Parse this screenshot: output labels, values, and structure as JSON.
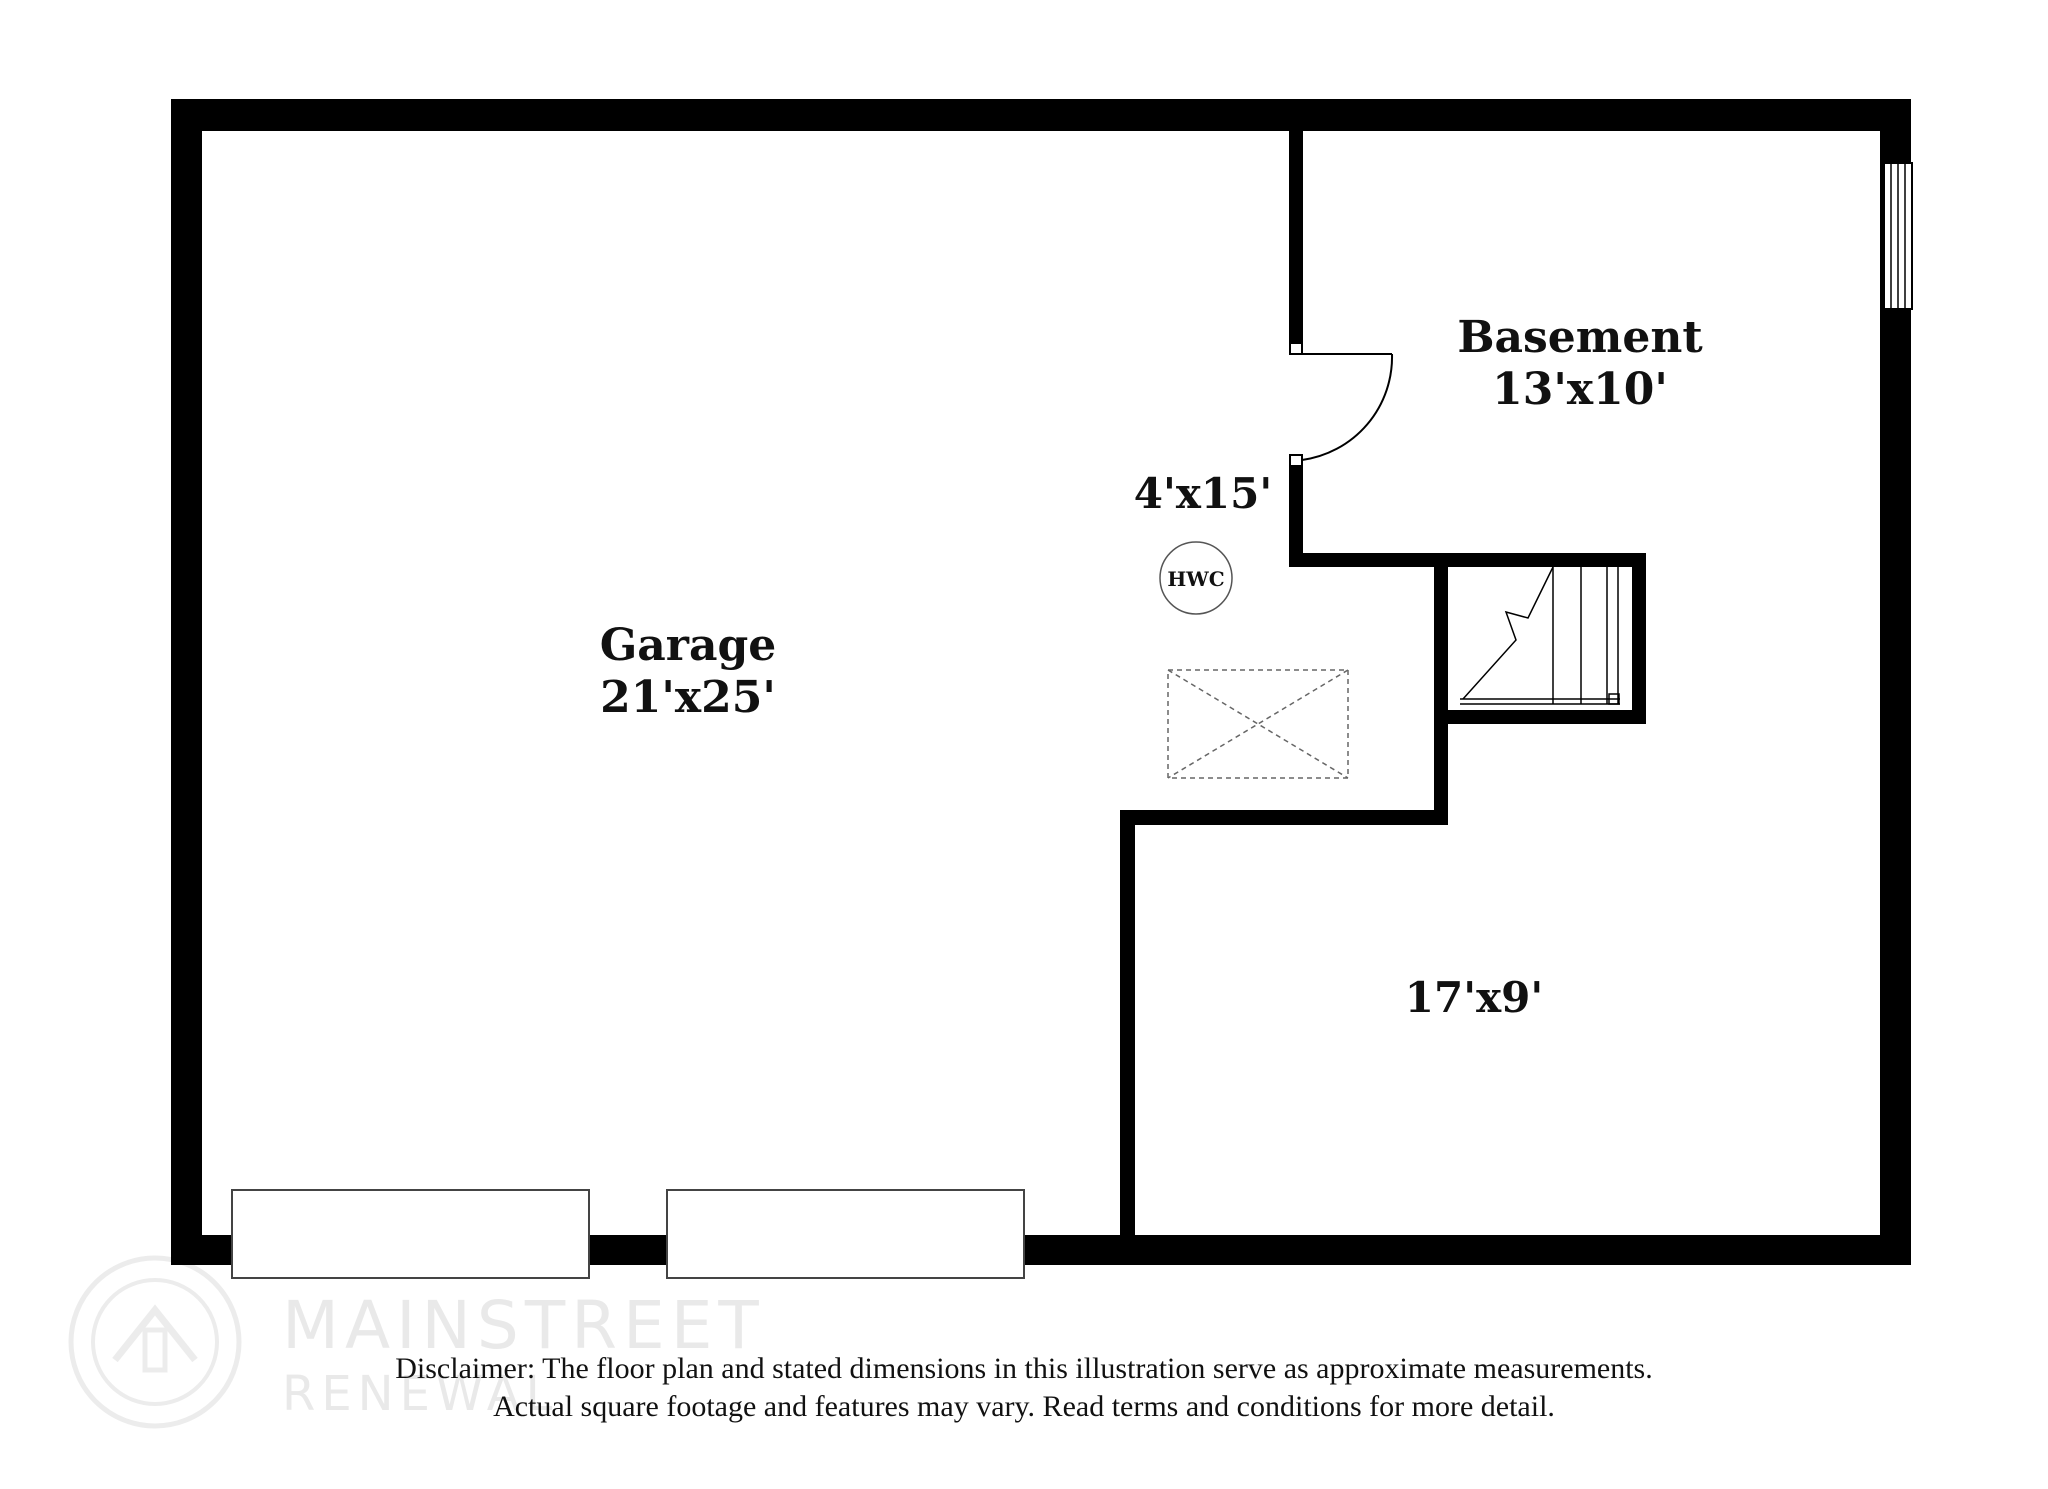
{
  "colors": {
    "wall": "#000000",
    "background": "#ffffff",
    "watermark": "#e6e6e6"
  },
  "rooms": {
    "garage": {
      "name": "Garage",
      "size": "21'x25'"
    },
    "basement": {
      "name": "Basement",
      "size": "13'x10'"
    },
    "hallway": {
      "name": "",
      "size": "4'x15'"
    },
    "lower_room": {
      "name": "",
      "size": "17'x9'"
    }
  },
  "fixtures": {
    "water_heater": {
      "label": "HWC",
      "icon": "water-heater-icon"
    }
  },
  "watermark": {
    "line1": "MAINSTREET",
    "line2": "RENEWAL",
    "icon": "mainstreet-logo-icon"
  },
  "disclaimer": {
    "line1": "Disclaimer: The floor plan and stated dimensions in this illustration serve as approximate measurements.",
    "line2": "Actual square footage and features may vary. Read terms and conditions for more detail."
  }
}
